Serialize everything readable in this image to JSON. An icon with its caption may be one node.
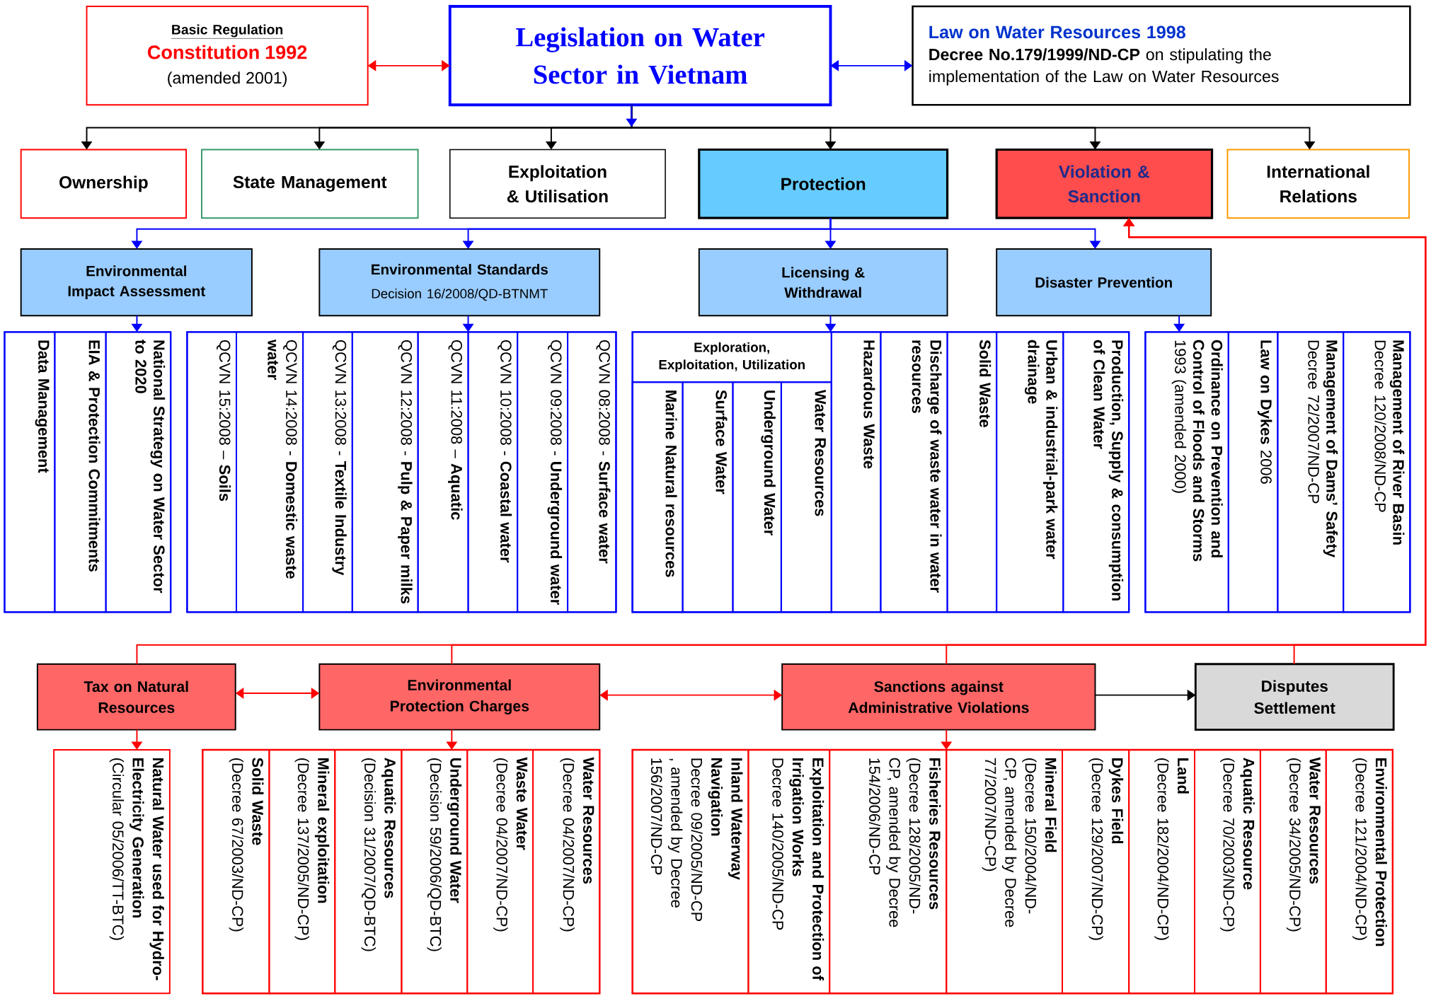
{
  "diagram": {
    "nodes": [
      {
        "text": [
          "Basic Regulation",
          "Constitution 1992",
          "(amended 2001)"
        ]
      },
      {
        "text": [
          "Legislation on Water Sector in Vietnam"
        ]
      },
      {
        "text": [
          "Law on Water Resources 1998",
          "**Decree No.179/1999/ND-CP** on stipulating the implementation of the Law on Water Resources"
        ]
      },
      {
        "text": [
          "Ownership"
        ]
      },
      {
        "text": [
          "State Management"
        ]
      },
      {
        "text": [
          "Exploitation & Utilisation"
        ]
      },
      {
        "text": [
          "Protection"
        ]
      },
      {
        "text": [
          "Violation & Sanction"
        ]
      },
      {
        "text": [
          "International Relations"
        ]
      },
      {
        "text": [
          "Environmental Impact Assessment"
        ]
      },
      {
        "text": [
          "Environmental Standards",
          "Decision 16/2008/QD-BTNMT"
        ]
      },
      {
        "text": [
          "Licensing & Withdrawal"
        ]
      },
      {
        "text": [
          "Disaster Prevention"
        ]
      },
      {
        "text": [],
        "shape": "box"
      },
      {
        "text": [
          "Data Management"
        ],
        "in": 13
      },
      {
        "text": [
          "EIA & Protection Commitments"
        ],
        "in": 13
      },
      {
        "text": [
          "National Strategy on Water Sector to 2020"
        ],
        "in": 13
      },
      {
        "text": [],
        "shape": "box"
      },
      {
        "text": [
          "QCVN 15:2008 – **Soils**"
        ],
        "in": 17
      },
      {
        "text": [
          "QCVN 14:2008 - **Domestic waste water**"
        ],
        "in": 17
      },
      {
        "text": [
          "QCVN 13:2008 - **Textile Industry**"
        ],
        "in": 17
      },
      {
        "text": [
          "QCVN 12:2008 - **Pulp & Paper milks**"
        ],
        "in": 17
      },
      {
        "text": [
          "QCVN 11:2008 – **Aquatic**"
        ],
        "in": 17
      },
      {
        "text": [
          "QCVN 10:2008 - **Coastal water**"
        ],
        "in": 17
      },
      {
        "text": [
          "QCVN 09:2008 - **Underground water**"
        ],
        "in": 17
      },
      {
        "text": [
          "QCVN 08:2008 - **Surface water**"
        ],
        "in": 17
      },
      {
        "text": [],
        "shape": "box"
      },
      {
        "text": [
          "Exploration, Exploitation, Utilization"
        ],
        "in": 26
      },
      {
        "text": [
          "Marine Natural resources"
        ],
        "in": 27
      },
      {
        "text": [
          "Surface Water"
        ],
        "in": 27
      },
      {
        "text": [
          "Underground Water"
        ],
        "in": 27
      },
      {
        "text": [
          "Water Resources"
        ],
        "in": 27
      },
      {
        "text": [
          "Hazardous Waste"
        ],
        "in": 26
      },
      {
        "text": [
          "Discharge of waste water in water resources"
        ],
        "in": 26
      },
      {
        "text": [
          "Solid Waste"
        ],
        "in": 26
      },
      {
        "text": [
          "Urban & industrial-park water drainage"
        ],
        "in": 26
      },
      {
        "text": [
          "Production, Supply & consumption of Clean Water"
        ],
        "in": 26
      },
      {
        "text": [],
        "shape": "box"
      },
      {
        "text": [
          "Ordinance on Prevention and Control of Floods and Storms",
          "1993 (amended 2000)"
        ],
        "in": 37
      },
      {
        "text": [
          "**Law on Dykes** 2006"
        ],
        "in": 37
      },
      {
        "text": [
          "Management of Dams’ Safety",
          "Decree 72/2007/ND-CP"
        ],
        "in": 37
      },
      {
        "text": [
          "Management of River Basin",
          "Decree 120/2008/ND-CP"
        ],
        "in": 37
      },
      {
        "text": [
          "Tax on Natural Resources"
        ]
      },
      {
        "text": [
          "Environmental Protection Charges"
        ]
      },
      {
        "text": [
          "Sanctions against Administrative Violations"
        ]
      },
      {
        "text": [
          "Disputes Settlement"
        ]
      },
      {
        "text": [
          "Natural Water used for Hydro-Electricity Generation",
          "(Circular 05/2006/TT-BTC)"
        ]
      },
      {
        "text": [],
        "shape": "box"
      },
      {
        "text": [
          "Solid Waste",
          "(Decree 67/2003/ND-CP)"
        ],
        "in": 47
      },
      {
        "text": [
          "Mineral exploitation",
          "(Decree 137/2005/ND-CP)"
        ],
        "in": 47
      },
      {
        "text": [
          "Aquatic Resources",
          "(Decision 31/2007/QD-BTC)"
        ],
        "in": 47
      },
      {
        "text": [
          "Underground Water",
          "(Decision 59/2006/QD-BTC)"
        ],
        "in": 47
      },
      {
        "text": [
          "Waste Water",
          "(Decree 04/2007/ND-CP)"
        ],
        "in": 47
      },
      {
        "text": [
          "Water Resources",
          "(Decree 04/2007/ND-CP)"
        ],
        "in": 47
      },
      {
        "text": [],
        "shape": "box"
      },
      {
        "text": [
          "Inland Waterway Navigation",
          "Decree 09/2005/ND-CP , amended by Decree 156/2007/ND-CP"
        ],
        "in": 54
      },
      {
        "text": [
          "Exploitation and Protection of Irrigation Works",
          "Decree 140/2005/ND-CP"
        ],
        "in": 54
      },
      {
        "text": [
          "Fisheries Resources",
          "(Decree 128/2005/ND-CP, amended by Decree 154/2006/ND-CP"
        ],
        "in": 54
      },
      {
        "text": [
          "Mineral Field",
          "(Decree 150/2004/ND-CP, amended by Decree 77/2007/ND-CP)"
        ],
        "in": 54
      },
      {
        "text": [
          "Dykes Field",
          "(Decree 129/2007/ND-CP)"
        ],
        "in": 54
      },
      {
        "text": [
          "Land",
          "(Decree 182/2004/ND-CP)"
        ],
        "in": 54
      },
      {
        "text": [
          "Aquatic Resource",
          "(Decree 70/2003/ND-CP)"
        ],
        "in": 54
      },
      {
        "text": [
          "Water Resources",
          "(Decree 34/2005/ND-CP)"
        ],
        "in": 54
      },
      {
        "text": [
          "Environmental Protection",
          "(Decree 121/2004/ND-CP)"
        ],
        "in": 54
      }
    ],
    "edges": [
      {
        "from": 0,
        "to": 1,
        "arrow": "both",
        "color": "#ff0000"
      },
      {
        "from": 1,
        "to": 2,
        "arrow": "both",
        "color": "#0000ff"
      },
      {
        "from": 1,
        "to": 3,
        "arrow": "to",
        "color": "#000000"
      },
      {
        "from": 1,
        "to": 4,
        "arrow": "to",
        "color": "#000000"
      },
      {
        "from": 1,
        "to": 5,
        "arrow": "to",
        "color": "#000000"
      },
      {
        "from": 1,
        "to": 6,
        "arrow": "to",
        "color": "#000000"
      },
      {
        "from": 1,
        "to": 7,
        "arrow": "to",
        "color": "#000000"
      },
      {
        "from": 1,
        "to": 8,
        "arrow": "to",
        "color": "#000000"
      },
      {
        "from": 6,
        "to": 9,
        "arrow": "to",
        "color": "#0000ff"
      },
      {
        "from": 6,
        "to": 10,
        "arrow": "to",
        "color": "#0000ff"
      },
      {
        "from": 6,
        "to": 11,
        "arrow": "to",
        "color": "#0000ff"
      },
      {
        "from": 6,
        "to": 12,
        "arrow": "to",
        "color": "#0000ff"
      },
      {
        "from": 9,
        "to": 13,
        "arrow": "to",
        "color": "#0000ff"
      },
      {
        "from": 10,
        "to": 17,
        "arrow": "to",
        "color": "#0000ff"
      },
      {
        "from": 11,
        "to": 26,
        "arrow": "to",
        "color": "#0000ff"
      },
      {
        "from": 12,
        "to": 37,
        "arrow": "to",
        "color": "#0000ff"
      },
      {
        "from": 42,
        "to": 7,
        "arrow": "to",
        "color": "#ff0000"
      },
      {
        "from": 43,
        "to": 7,
        "arrow": "to",
        "color": "#ff0000"
      },
      {
        "from": 44,
        "to": 7,
        "arrow": "to",
        "color": "#ff0000"
      },
      {
        "from": 45,
        "to": 7,
        "arrow": "to",
        "color": "#ff0000"
      },
      {
        "from": 42,
        "to": 43,
        "arrow": "both",
        "color": "#ff0000"
      },
      {
        "from": 43,
        "to": 44,
        "arrow": "both",
        "color": "#ff0000"
      },
      {
        "from": 44,
        "to": 45,
        "arrow": "to",
        "color": "#000000"
      },
      {
        "from": 42,
        "to": 46,
        "arrow": "to",
        "color": "#ff0000"
      },
      {
        "from": 43,
        "to": 47,
        "arrow": "to",
        "color": "#ff0000"
      },
      {
        "from": 44,
        "to": 54,
        "arrow": "to",
        "color": "#ff0000"
      }
    ]
  }
}
